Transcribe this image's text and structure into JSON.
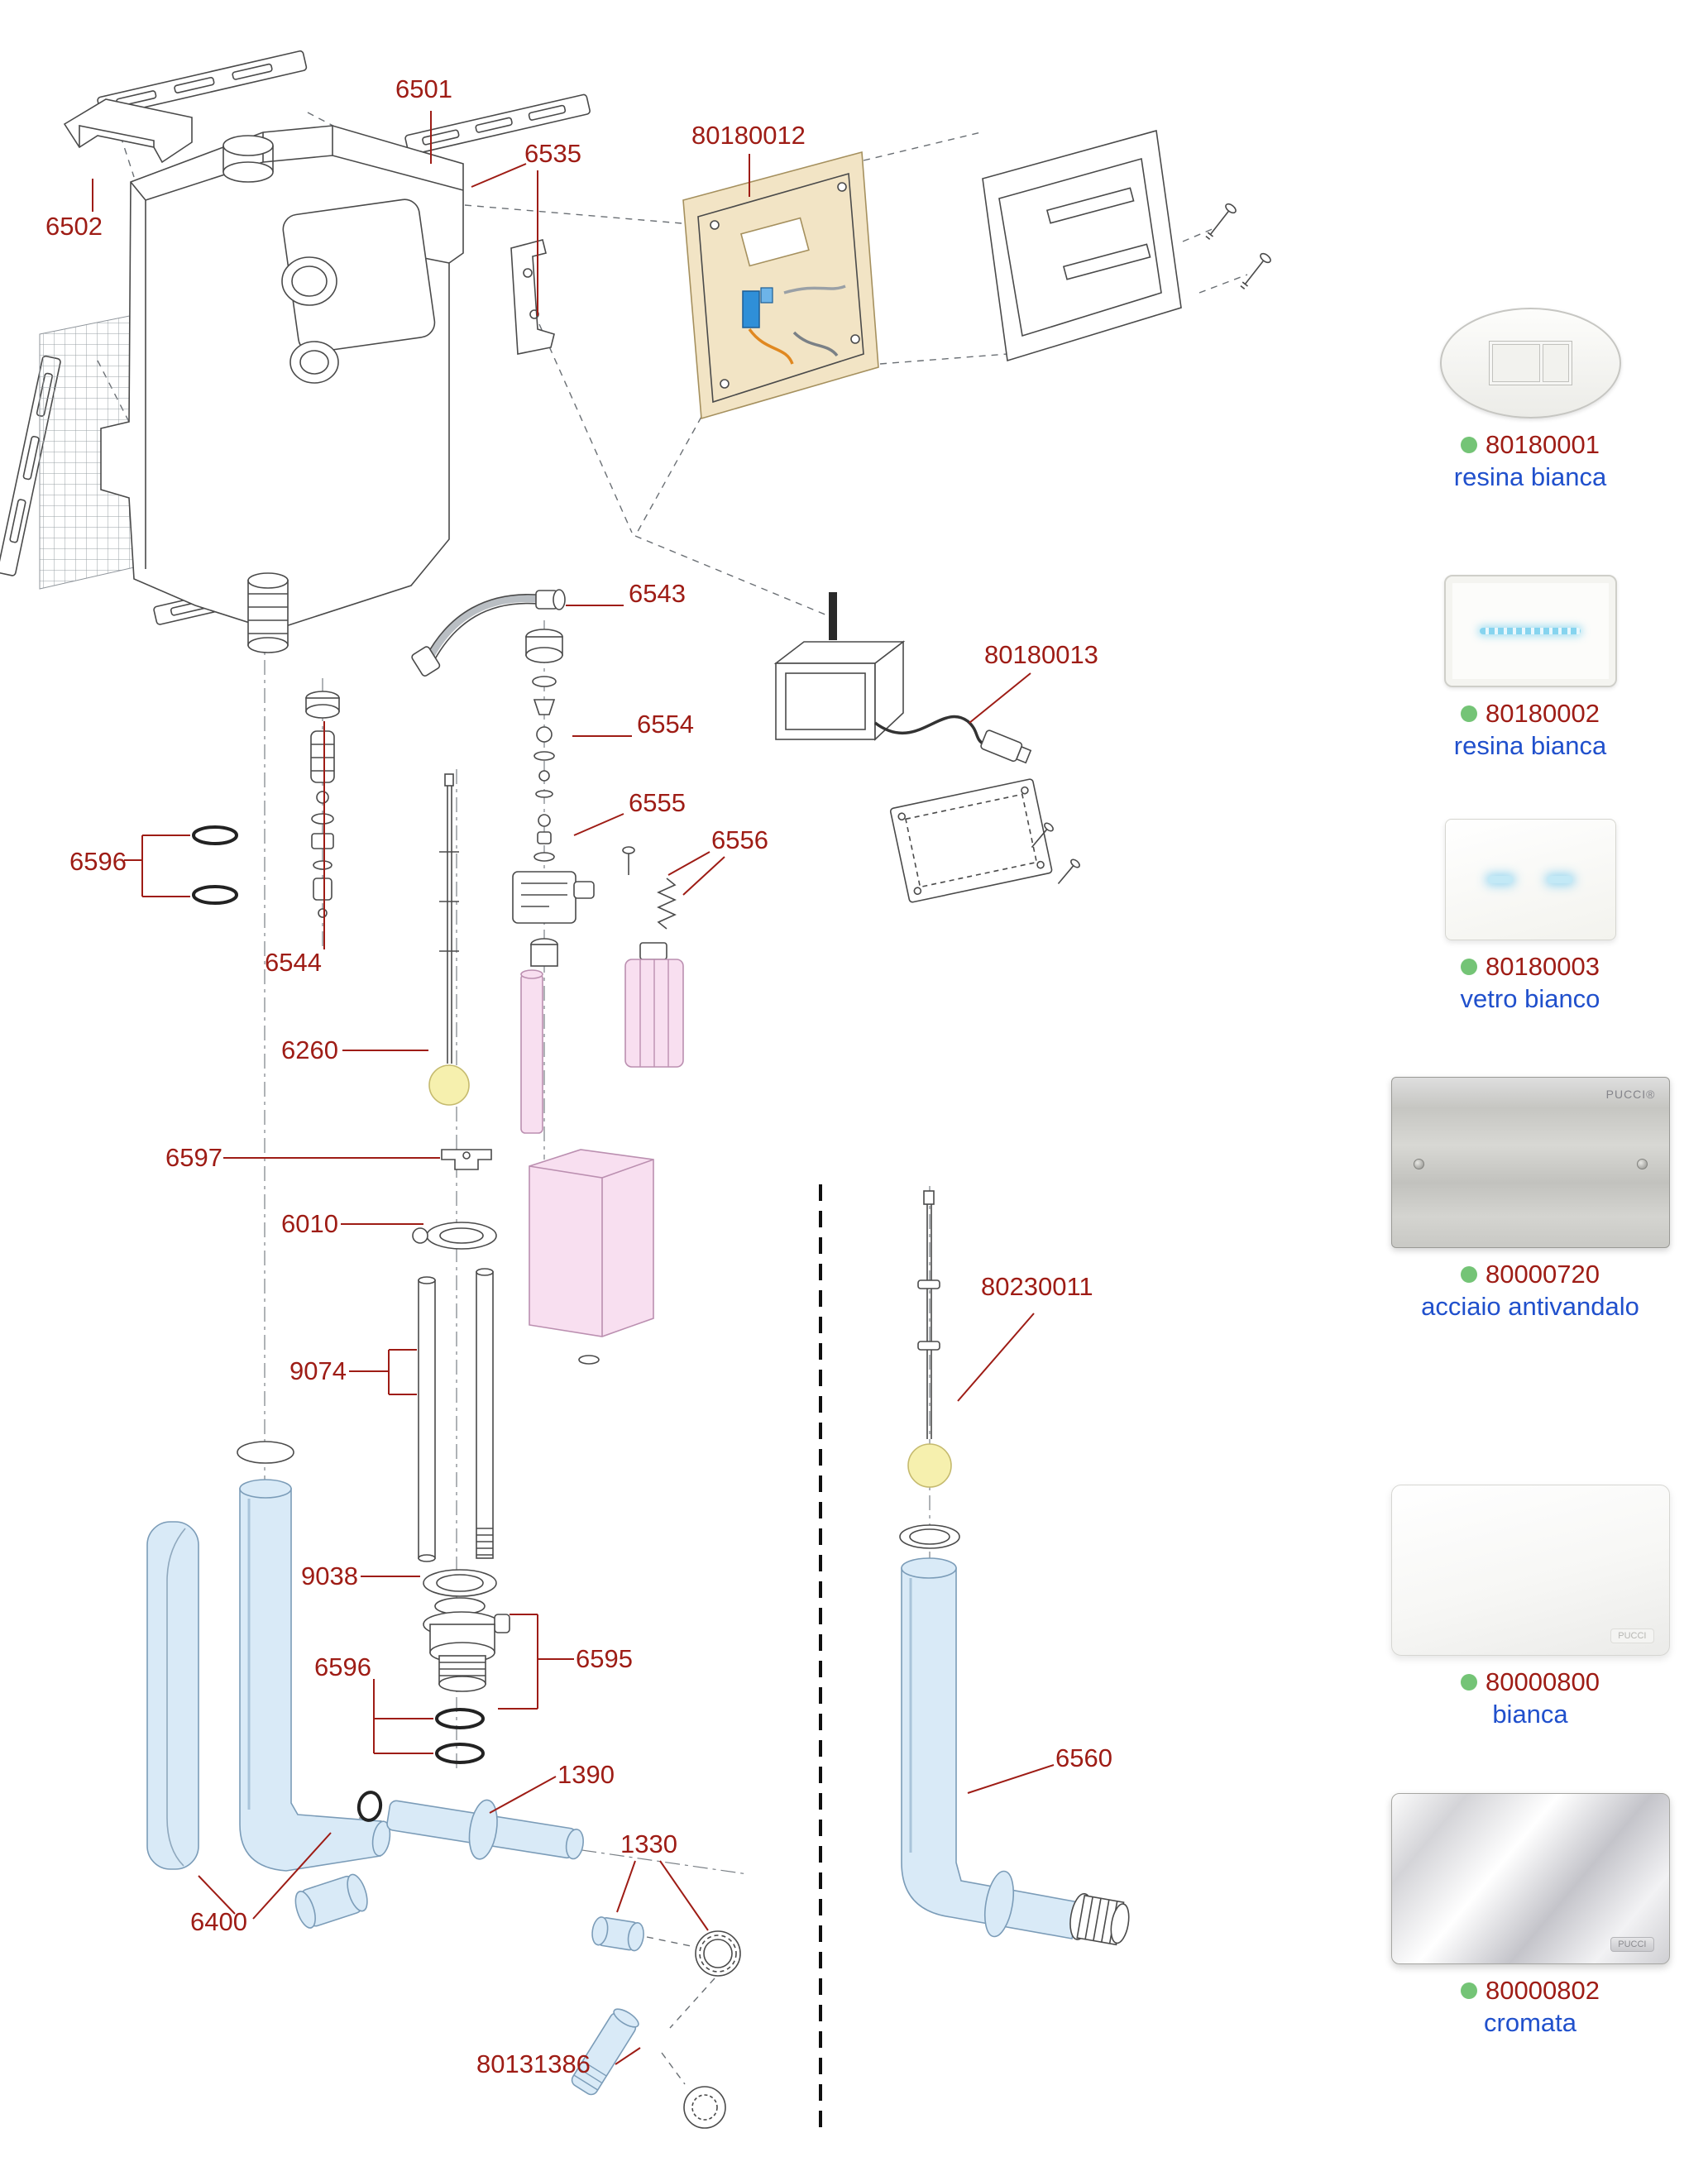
{
  "colors": {
    "label_red": "#9e1c15",
    "desc_blue": "#2050cc",
    "bullet_green": "#74c476",
    "pipe_blue": "#d9eaf7",
    "part_pink": "#f8dff0",
    "float_yellow": "#f6f0ae",
    "panel_beige": "#f2e4c5"
  },
  "diagram": {
    "labels": [
      {
        "id": "6501",
        "text": "6501"
      },
      {
        "id": "6502",
        "text": "6502"
      },
      {
        "id": "6535",
        "text": "6535"
      },
      {
        "id": "80180012",
        "text": "80180012"
      },
      {
        "id": "6543",
        "text": "6543"
      },
      {
        "id": "80180013",
        "text": "80180013"
      },
      {
        "id": "6554",
        "text": "6554"
      },
      {
        "id": "6555",
        "text": "6555"
      },
      {
        "id": "6556",
        "text": "6556"
      },
      {
        "id": "6596-left",
        "text": "6596"
      },
      {
        "id": "6544",
        "text": "6544"
      },
      {
        "id": "6260",
        "text": "6260"
      },
      {
        "id": "6597",
        "text": "6597"
      },
      {
        "id": "6010",
        "text": "6010"
      },
      {
        "id": "9074",
        "text": "9074"
      },
      {
        "id": "9038",
        "text": "9038"
      },
      {
        "id": "6596-bottom",
        "text": "6596"
      },
      {
        "id": "6595",
        "text": "6595"
      },
      {
        "id": "1390",
        "text": "1390"
      },
      {
        "id": "1330",
        "text": "1330"
      },
      {
        "id": "6400",
        "text": "6400"
      },
      {
        "id": "80131386",
        "text": "80131386"
      },
      {
        "id": "80230011",
        "text": "80230011"
      },
      {
        "id": "6560",
        "text": "6560"
      }
    ]
  },
  "products": [
    {
      "code": "80180001",
      "desc": "resina bianca"
    },
    {
      "code": "80180002",
      "desc": "resina bianca"
    },
    {
      "code": "80180003",
      "desc": "vetro bianco"
    },
    {
      "code": "80000720",
      "desc": "acciaio antivandalo",
      "brand": "PUCCI®"
    },
    {
      "code": "80000800",
      "desc": "bianca",
      "brand": "PUCCI"
    },
    {
      "code": "80000802",
      "desc": "cromata",
      "brand": "PUCCI"
    }
  ]
}
